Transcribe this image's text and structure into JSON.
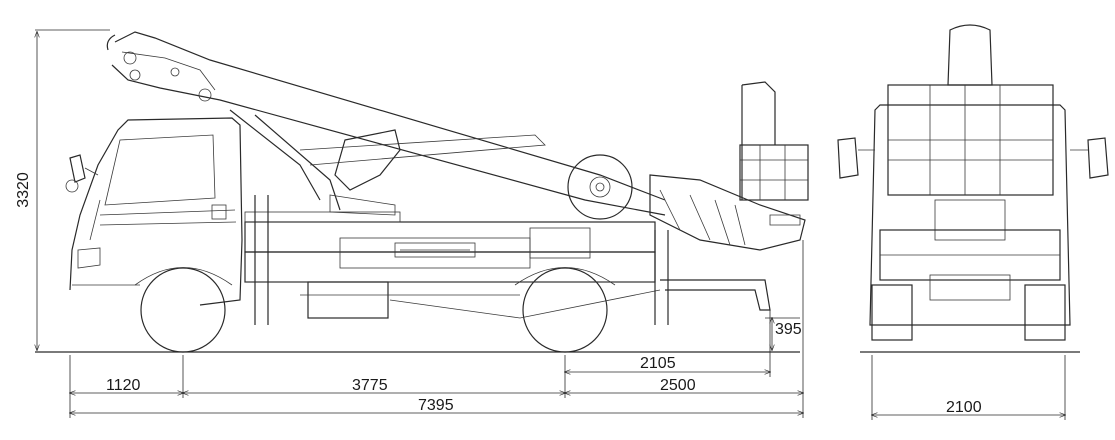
{
  "dimensions": {
    "overall_height": "3320",
    "rear_overhang": "395",
    "boom_rear": "2105",
    "front_overhang": "1120",
    "wheelbase": "3775",
    "rear_section": "2500",
    "overall_length": "7395",
    "overall_width": "2100"
  },
  "colors": {
    "line": "#2a2a2a",
    "background": "#ffffff"
  }
}
